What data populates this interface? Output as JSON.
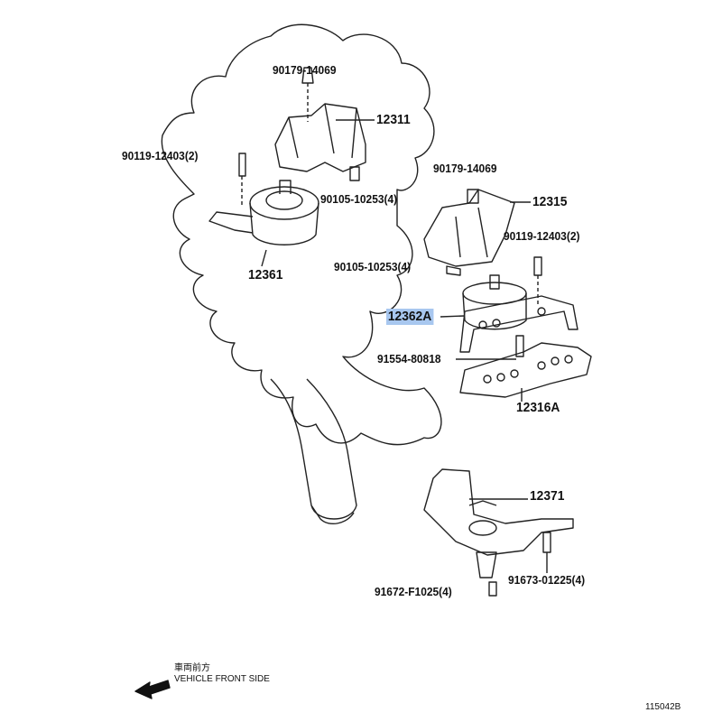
{
  "labels": {
    "nut_top_left": "90179-14069",
    "bracket_12311": "12311",
    "bolt_left": "90119-12403(2)",
    "bolt_90105_left": "90105-10253(4)",
    "mount_12361": "12361",
    "nut_right": "90179-14069",
    "bracket_12315": "12315",
    "bolt_right": "90119-12403(2)",
    "bolt_90105_right": "90105-10253(4)",
    "insulator_12362A": "12362A",
    "bolt_91554": "91554-80818",
    "bracket_12316A": "12316A",
    "bracket_12371": "12371",
    "bolt_91673": "91673-01225(4)",
    "bolt_91672": "91672-F1025(4)"
  },
  "direction": {
    "jp": "車両前方",
    "en": "VEHICLE FRONT SIDE"
  },
  "figure_id": "115042B",
  "colors": {
    "highlight": "#a8c7ef",
    "ink": "#111111"
  }
}
